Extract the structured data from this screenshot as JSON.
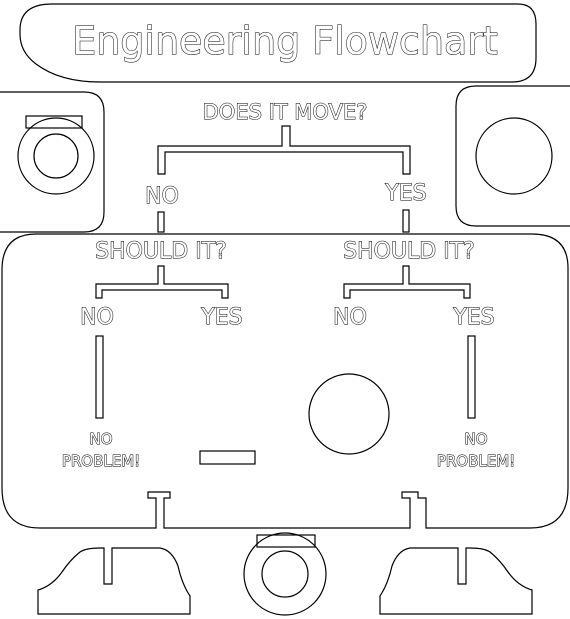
{
  "title": "Engineering Flowchart",
  "question": "DOES IT MOVE?",
  "left": {
    "answer": "NO",
    "question": "SHOULD IT?",
    "answer_no": "NO",
    "answer_yes": "YES",
    "result_line1": "NO",
    "result_line2": "PROBLEM!"
  },
  "right": {
    "answer": "YES",
    "question": "SHOULD IT?",
    "answer_no": "NO",
    "answer_yes": "YES",
    "result_line1": "NO",
    "result_line2": "PROBLEM!"
  }
}
